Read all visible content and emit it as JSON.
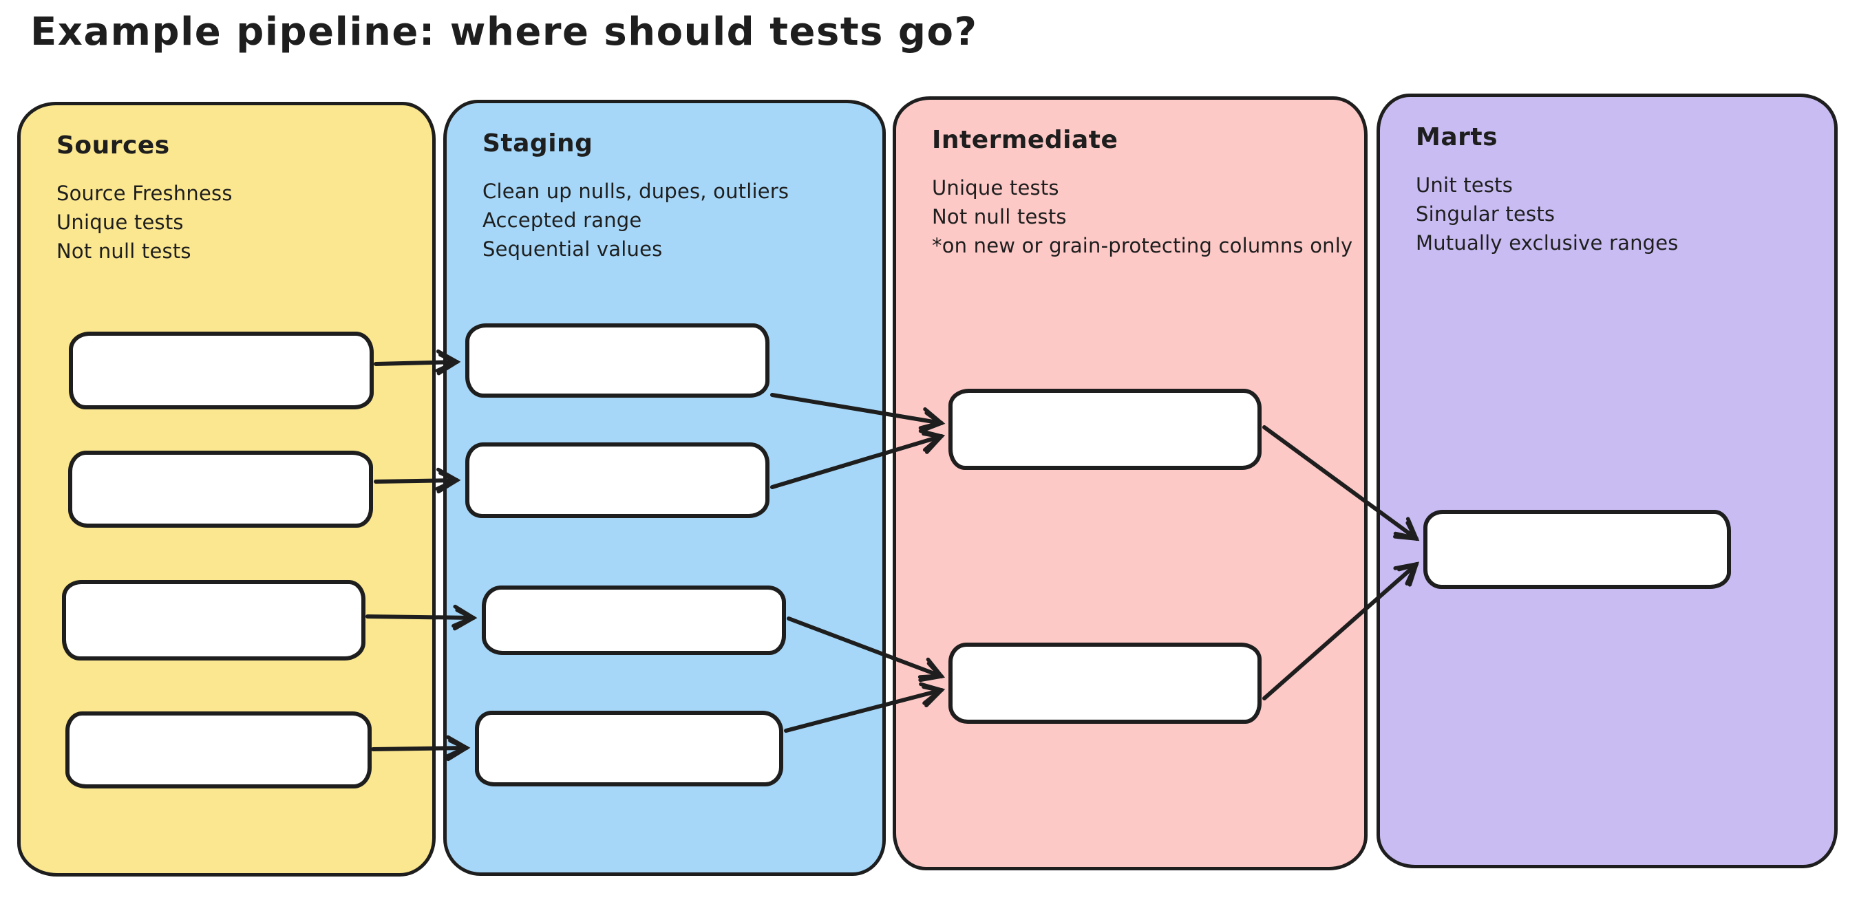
{
  "title": "Example pipeline: where should tests go?",
  "colors": {
    "canvas-bg": "#ffffff",
    "stroke": "#1e1e1e",
    "box-bg": "#ffffff",
    "sources-bg": "#fbe78f",
    "staging-bg": "#a6d7f8",
    "intermediate-bg": "#fdc9c7",
    "marts-bg": "#c9bcf3"
  },
  "columns": [
    {
      "label": "Sources",
      "notes": [
        "Source Freshness",
        "Unique tests",
        "Not null tests"
      ]
    },
    {
      "label": "Staging",
      "notes": [
        "Clean up nulls, dupes, outliers",
        "Accepted range",
        "Sequential values"
      ]
    },
    {
      "label": "Intermediate",
      "notes": [
        "Unique tests",
        "Not null tests",
        "*on new or grain-protecting columns only"
      ]
    },
    {
      "label": "Marts",
      "notes": [
        "Unit tests",
        "Singular tests",
        "Mutually exclusive ranges"
      ]
    }
  ]
}
